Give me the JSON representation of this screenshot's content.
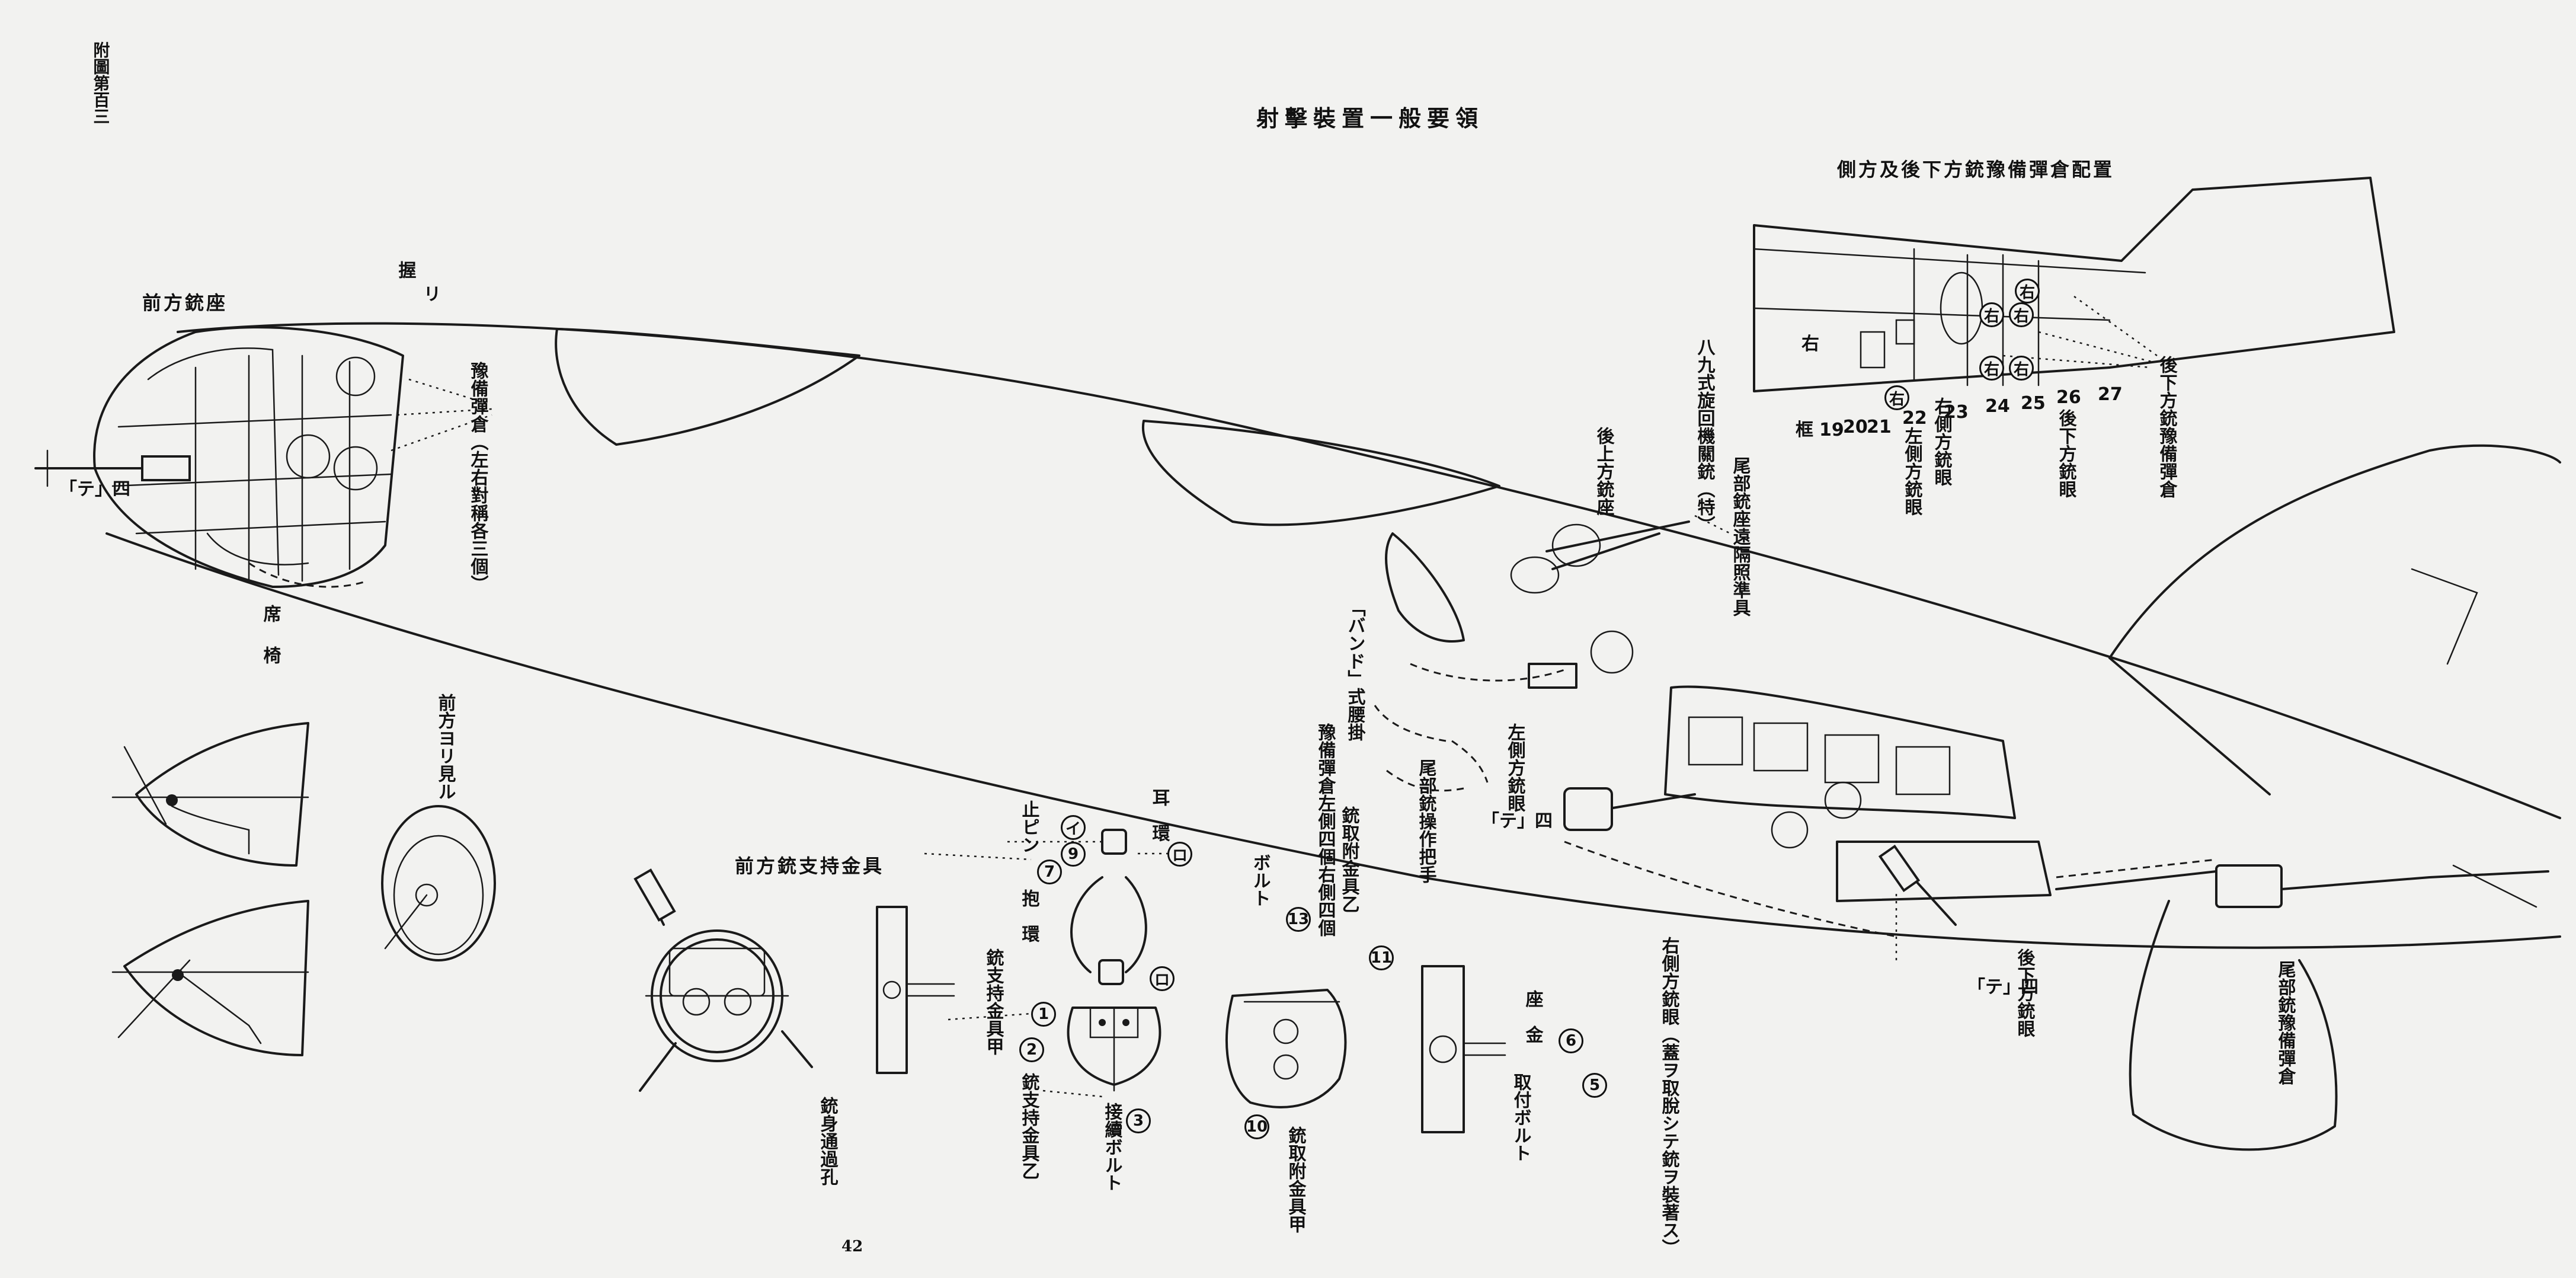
{
  "sheet": {
    "plate_no": "附圖第百三",
    "title": "射擊裝置一般要領",
    "page_mark": "42"
  },
  "inset_ammo": {
    "title": "側方及後下方銃豫備彈倉配置",
    "right_mark": "右",
    "frames": [
      "19",
      "20",
      "21",
      "22",
      "23",
      "24",
      "25",
      "26",
      "27"
    ],
    "frame_prefix": "框",
    "marks": [
      "右",
      "右",
      "右",
      "右",
      "右",
      "右"
    ],
    "label": "後下方銃豫備彈倉"
  },
  "front_gun": {
    "title": "前方銃座",
    "handle": "握",
    "handle_sub": "リ",
    "gun_label": "「テ」四",
    "magazine_label": "豫備彈倉（左右對稱各三個）",
    "seat_label": "席",
    "seat_sub": "椅"
  },
  "front_view": {
    "label": "前方ヨリ見ル"
  },
  "mid_labels": {
    "rear_upper_gun_seat": "後上方銃座",
    "type89_mg": "八九式旋回機關銃（特）",
    "tail_gun_sight": "尾部銃座遠隔照準具",
    "band_belt": "「バンド」式腰掛",
    "ammo_left_right": "豫備彈倉左側四個右側四個",
    "tail_gun_handle": "尾部銃操作把手",
    "left_side_gun_eye": "左側方銃眼",
    "te4_left": "「テ」四",
    "right_side_gun_eye": "右側方銃眼",
    "left_side_gun_eye_2": "左側方銃眼",
    "rear_lower_gun_eye": "後下方銃眼",
    "right_side_gun_eye_note": "右側方銃眼（蓋ヲ取脫シテ銃ヲ裝著ス）",
    "rear_lower_gun_eye_2": "後下方銃眼",
    "te4_right": "「テ」四",
    "tail_ammo": "尾部銃豫備彈倉"
  },
  "bracket": {
    "title": "前方銃支持金具",
    "barrel_hole": "銃身通過孔",
    "ring": "耳",
    "ring_sub": "環",
    "stop_pin": "止ピン",
    "hold_ring": "抱　環",
    "support_a": "銃支持金具甲",
    "support_b": "銃支持金具乙",
    "bolt_b": "接續ボルト",
    "mount_b": "銃取附金具乙",
    "bolt_c": "ボルト",
    "mount_a": "銃取附金具甲",
    "seat": "座",
    "seat_sub": "金",
    "mount_bolt": "取付ボルト"
  },
  "circled_numbers": [
    {
      "id": "c1",
      "text": "イ"
    },
    {
      "id": "c2",
      "text": "9"
    },
    {
      "id": "c3",
      "text": "ロ"
    },
    {
      "id": "c4",
      "text": "7"
    },
    {
      "id": "c5",
      "text": "1"
    },
    {
      "id": "c6",
      "text": "2"
    },
    {
      "id": "c7",
      "text": "3"
    },
    {
      "id": "c8",
      "text": "ロ"
    },
    {
      "id": "c9",
      "text": "13"
    },
    {
      "id": "c10",
      "text": "11"
    },
    {
      "id": "c11",
      "text": "10"
    },
    {
      "id": "c12",
      "text": "6"
    },
    {
      "id": "c13",
      "text": "5"
    }
  ],
  "colors": {
    "paper": "#f2f2f0",
    "ink": "#1a1a1a"
  }
}
